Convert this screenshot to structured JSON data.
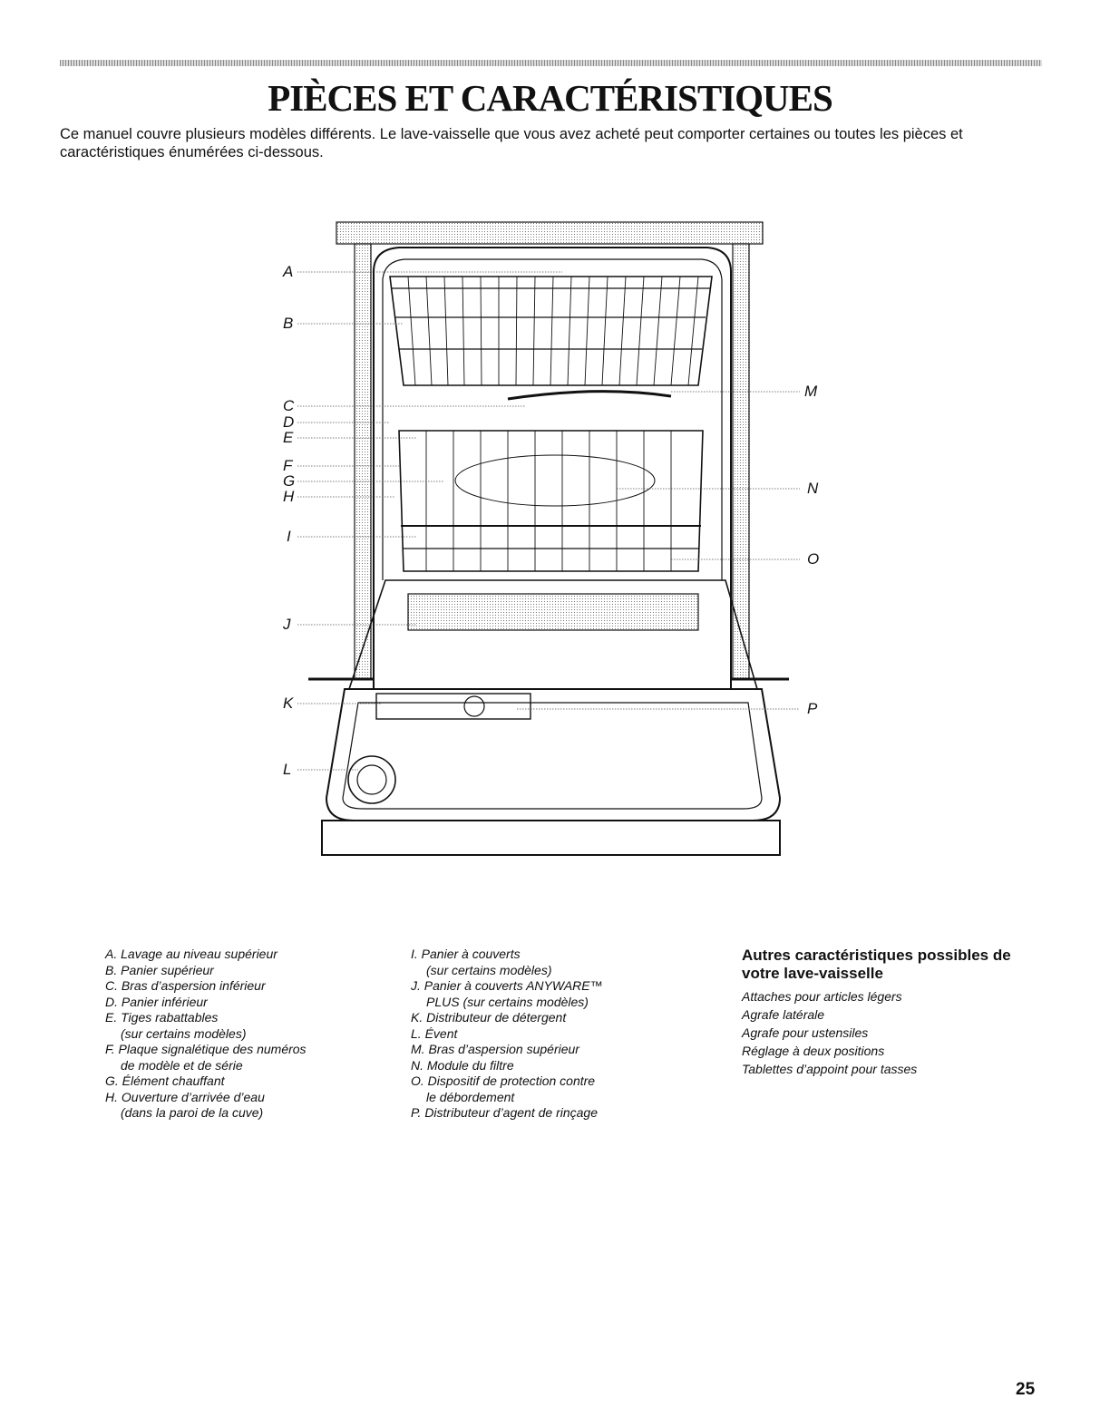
{
  "header": {
    "title": "PIÈCES ET CARACTÉRISTIQUES",
    "intro": "Ce manuel couvre plusieurs modèles différents. Le lave-vaisselle que vous avez acheté peut comporter certaines ou toutes les pièces et caractéristiques énumérées ci-dessous."
  },
  "diagram": {
    "callouts": {
      "A": "A",
      "B": "B",
      "C": "C",
      "D": "D",
      "E": "E",
      "F": "F",
      "G": "G",
      "H": "H",
      "I": "I",
      "J": "J",
      "K": "K",
      "L": "L",
      "M": "M",
      "N": "N",
      "O": "O",
      "P": "P"
    }
  },
  "legend": {
    "col1": [
      {
        "item": "A. Lavage au niveau supérieur"
      },
      {
        "item": "B. Panier supérieur"
      },
      {
        "item": "C. Bras d’aspersion inférieur"
      },
      {
        "item": "D. Panier inférieur"
      },
      {
        "item": "E. Tiges rabattables",
        "sub": "(sur certains modèles)"
      },
      {
        "item": "F. Plaque signalétique des numéros",
        "sub": "de modèle et de série"
      },
      {
        "item": "G. Élément chauffant"
      },
      {
        "item": "H. Ouverture d’arrivée d’eau",
        "sub": "(dans la paroi de la cuve)"
      }
    ],
    "col2": [
      {
        "item": "I. Panier à couverts",
        "sub": "(sur certains modèles)"
      },
      {
        "item": "J. Panier à couverts ANYWARE™",
        "sub": "PLUS (sur certains modèles)"
      },
      {
        "item": "K. Distributeur de détergent"
      },
      {
        "item": "L. Évent"
      },
      {
        "item": "M. Bras d’aspersion supérieur"
      },
      {
        "item": "N. Module du filtre"
      },
      {
        "item": "O. Dispositif de protection contre",
        "sub": "le débordement"
      },
      {
        "item": "P. Distributeur d’agent de rinçage"
      }
    ]
  },
  "extras": {
    "heading": "Autres caractéristiques possibles de votre lave-vaisselle",
    "items": [
      "Attaches pour articles légers",
      "Agrafe latérale",
      "Agrafe pour ustensiles",
      "Réglage à deux positions",
      "Tablettes d’appoint pour tasses"
    ]
  },
  "footer": {
    "page_number": "25"
  }
}
